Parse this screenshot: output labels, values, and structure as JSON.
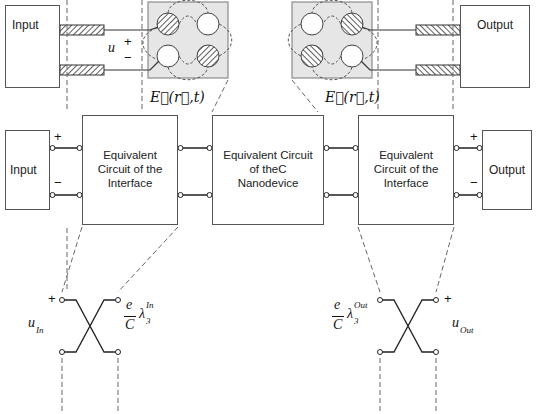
{
  "diagram": {
    "nodes": [
      {
        "text": [
          "Input"
        ]
      },
      {
        "text": [
          "Output"
        ]
      },
      {
        "text": [
          "Input"
        ]
      },
      {
        "text": [
          "Equivalent Circuit of the Interface"
        ]
      },
      {
        "text": [
          "Equivalent Circuit of theC Nanodevice"
        ]
      },
      {
        "text": [
          "Equivalent Circuit of the Interface"
        ]
      },
      {
        "text": [
          "Output"
        ]
      }
    ],
    "edges": [
      {
        "from": 2,
        "to": 3,
        "arrow": "none"
      },
      {
        "from": 3,
        "to": 4,
        "arrow": "none"
      },
      {
        "from": 4,
        "to": 5,
        "arrow": "none"
      },
      {
        "from": 5,
        "to": 6,
        "arrow": "none"
      }
    ],
    "labels": [
      "u",
      "+",
      "−",
      "E⃗(r⃗,t)",
      "E⃗(r⃗,t)",
      "+",
      "−",
      "+",
      "−",
      "+",
      "u",
      "In",
      "e",
      "C",
      "λ",
      "3",
      "In",
      "e",
      "C",
      "λ",
      "3",
      "Out",
      "+",
      "u",
      "Out"
    ]
  }
}
